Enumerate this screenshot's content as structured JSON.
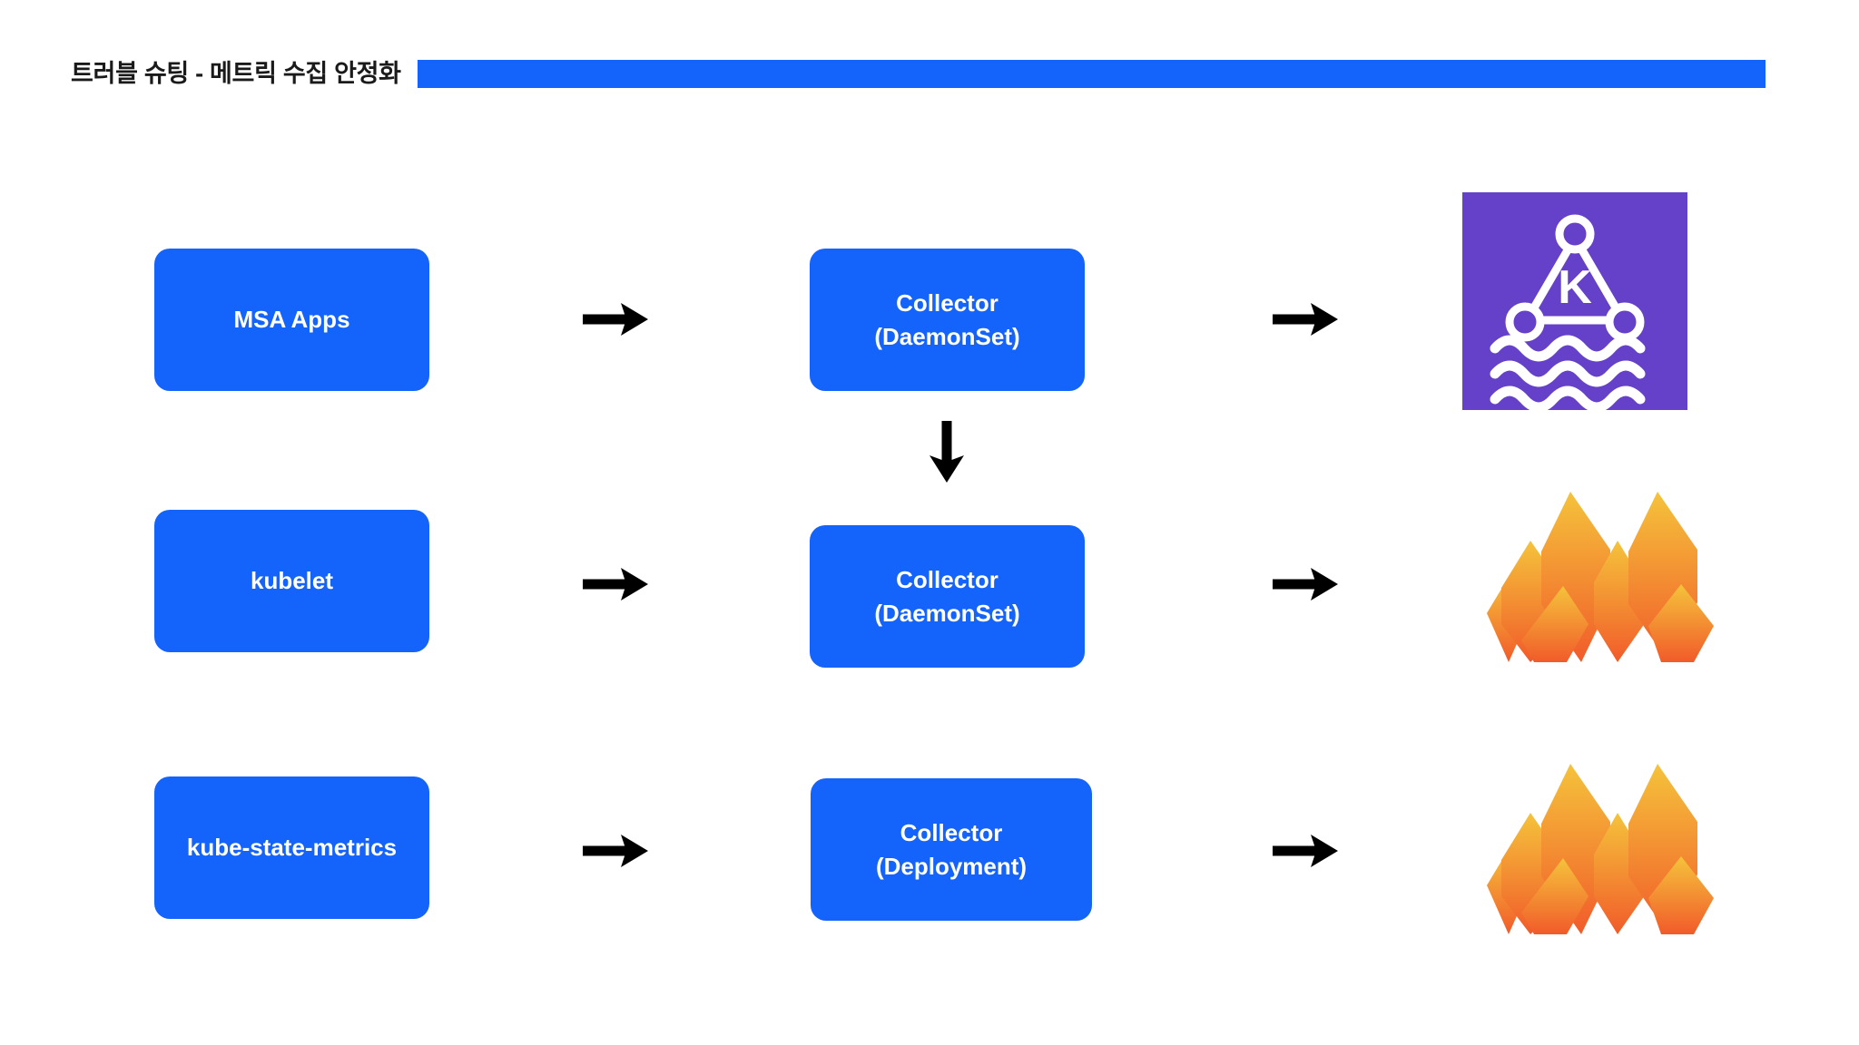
{
  "header": {
    "title": "트러블 슈팅 - 메트릭 수집 안정화",
    "bar_color": "#1463FA"
  },
  "colors": {
    "box_blue": "#1463FA",
    "kafka_purple": "#6540C8",
    "arrow_black": "#000000",
    "text_white": "#FFFFFF",
    "title_black": "#1A1A1A",
    "grafana_orange_top": "#F2C033",
    "grafana_orange_bottom": "#F15B2A",
    "background": "#FFFFFF"
  },
  "diagram": {
    "type": "flow",
    "rows": [
      {
        "source": "MSA Apps",
        "arrow": "arrow-right",
        "collector": "Collector\n(DaemonSet)",
        "arrow2": "arrow-right",
        "sink": "kafka-logo",
        "sink_label": "Kafka"
      },
      {
        "source": "kubelet",
        "arrow": "arrow-right",
        "collector": "Collector\n(DaemonSet)",
        "arrow2": "arrow-right",
        "sink": "grafana-logo",
        "sink_label": "Grafana"
      },
      {
        "source": "kube-state-metrics",
        "arrow": "arrow-right",
        "collector": "Collector\n(Deployment)",
        "arrow2": "arrow-right",
        "sink": "grafana-logo",
        "sink_label": "Grafana"
      }
    ],
    "vertical_link": {
      "from": "Collector (DaemonSet) row 1",
      "to": "Collector (DaemonSet) row 2",
      "icon": "arrow-down"
    }
  }
}
